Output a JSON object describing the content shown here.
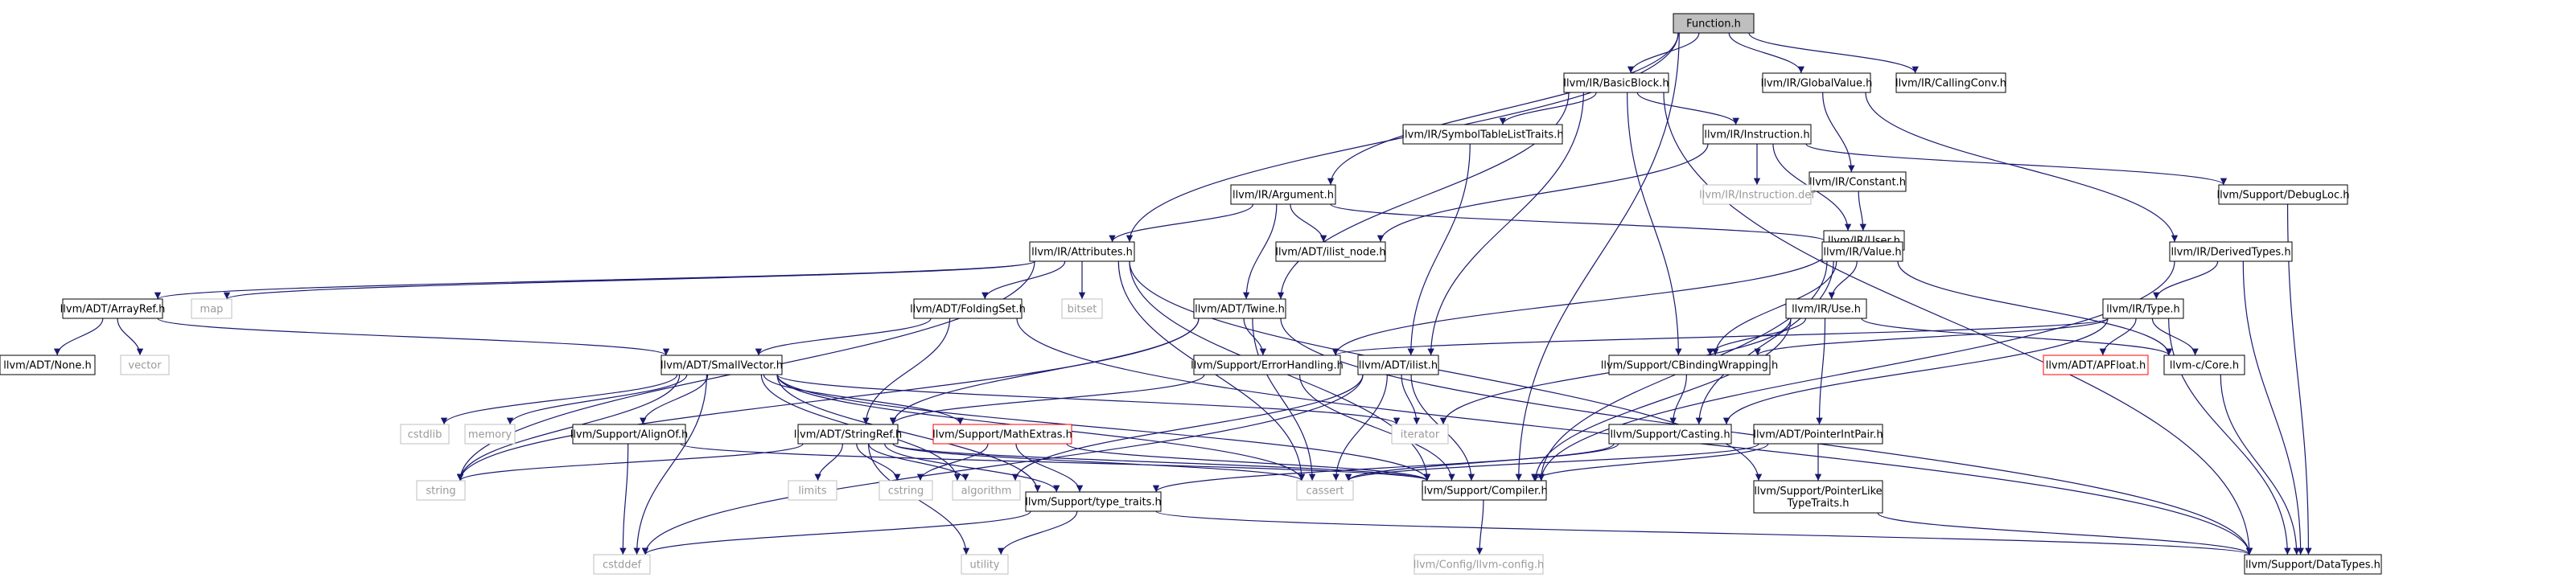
{
  "colors": {
    "edge": "#191970",
    "node_border": "#000000",
    "root_fill": "#bfbfbf",
    "external_border": "#bfbfbf",
    "error_border": "#ff0000",
    "text": "#000000",
    "external_text": "#9a9a9a"
  },
  "nodes": [
    {
      "id": "function_h",
      "label": "Function.h",
      "kind": "root"
    },
    {
      "id": "basicblock",
      "label": "llvm/IR/BasicBlock.h",
      "kind": "file"
    },
    {
      "id": "globalvalue",
      "label": "llvm/IR/GlobalValue.h",
      "kind": "file"
    },
    {
      "id": "callingconv",
      "label": "llvm/IR/CallingConv.h",
      "kind": "file"
    },
    {
      "id": "symtablelist",
      "label": "llvm/IR/SymbolTableListTraits.h",
      "kind": "file"
    },
    {
      "id": "instruction",
      "label": "llvm/IR/Instruction.h",
      "kind": "file"
    },
    {
      "id": "constant",
      "label": "llvm/IR/Constant.h",
      "kind": "file"
    },
    {
      "id": "instruction_def",
      "label": "llvm/IR/Instruction.def",
      "kind": "external"
    },
    {
      "id": "user",
      "label": "llvm/IR/User.h",
      "kind": "file"
    },
    {
      "id": "debugloc",
      "label": "llvm/Support/DebugLoc.h",
      "kind": "file"
    },
    {
      "id": "argument",
      "label": "llvm/IR/Argument.h",
      "kind": "file"
    },
    {
      "id": "ilist_node",
      "label": "llvm/ADT/ilist_node.h",
      "kind": "file"
    },
    {
      "id": "value",
      "label": "llvm/IR/Value.h",
      "kind": "file"
    },
    {
      "id": "derivedtypes",
      "label": "llvm/IR/DerivedTypes.h",
      "kind": "file"
    },
    {
      "id": "attributes",
      "label": "llvm/IR/Attributes.h",
      "kind": "file"
    },
    {
      "id": "arrayref",
      "label": "llvm/ADT/ArrayRef.h",
      "kind": "file"
    },
    {
      "id": "map",
      "label": "map",
      "kind": "external"
    },
    {
      "id": "foldingset",
      "label": "llvm/ADT/FoldingSet.h",
      "kind": "file"
    },
    {
      "id": "bitset",
      "label": "bitset",
      "kind": "external"
    },
    {
      "id": "twine",
      "label": "llvm/ADT/Twine.h",
      "kind": "file"
    },
    {
      "id": "use",
      "label": "llvm/IR/Use.h",
      "kind": "file"
    },
    {
      "id": "type",
      "label": "llvm/IR/Type.h",
      "kind": "file"
    },
    {
      "id": "none",
      "label": "llvm/ADT/None.h",
      "kind": "file"
    },
    {
      "id": "vector",
      "label": "vector",
      "kind": "external"
    },
    {
      "id": "smallvector",
      "label": "llvm/ADT/SmallVector.h",
      "kind": "file"
    },
    {
      "id": "errorhandling",
      "label": "llvm/Support/ErrorHandling.h",
      "kind": "file"
    },
    {
      "id": "ilist",
      "label": "llvm/ADT/ilist.h",
      "kind": "file"
    },
    {
      "id": "cbinding",
      "label": "llvm/Support/CBindingWrapping.h",
      "kind": "file"
    },
    {
      "id": "apfloat",
      "label": "llvm/ADT/APFloat.h",
      "kind": "error"
    },
    {
      "id": "c_core",
      "label": "llvm-c/Core.h",
      "kind": "file"
    },
    {
      "id": "cstdlib",
      "label": "cstdlib",
      "kind": "external"
    },
    {
      "id": "memory",
      "label": "memory",
      "kind": "external"
    },
    {
      "id": "alignof",
      "label": "llvm/Support/AlignOf.h",
      "kind": "file"
    },
    {
      "id": "stringref",
      "label": "llvm/ADT/StringRef.h",
      "kind": "file"
    },
    {
      "id": "mathextras",
      "label": "llvm/Support/MathExtras.h",
      "kind": "error"
    },
    {
      "id": "iterator",
      "label": "iterator",
      "kind": "external"
    },
    {
      "id": "casting",
      "label": "llvm/Support/Casting.h",
      "kind": "file"
    },
    {
      "id": "pointerintpair",
      "label": "llvm/ADT/PointerIntPair.h",
      "kind": "file"
    },
    {
      "id": "string",
      "label": "string",
      "kind": "external"
    },
    {
      "id": "limits",
      "label": "limits",
      "kind": "external"
    },
    {
      "id": "cstring",
      "label": "cstring",
      "kind": "external"
    },
    {
      "id": "algorithm",
      "label": "algorithm",
      "kind": "external"
    },
    {
      "id": "cassert",
      "label": "cassert",
      "kind": "external"
    },
    {
      "id": "compiler",
      "label": "llvm/Support/Compiler.h",
      "kind": "file"
    },
    {
      "id": "pointerlike",
      "label": "llvm/Support/PointerLike\nTypeTraits.h",
      "kind": "file"
    },
    {
      "id": "typetraits",
      "label": "llvm/Support/type_traits.h",
      "kind": "file"
    },
    {
      "id": "cstddef",
      "label": "cstddef",
      "kind": "external"
    },
    {
      "id": "utility",
      "label": "utility",
      "kind": "external"
    },
    {
      "id": "datatypes",
      "label": "llvm/Support/DataTypes.h",
      "kind": "file"
    },
    {
      "id": "llvmconfig",
      "label": "llvm/Config/llvm-config.h",
      "kind": "external"
    }
  ],
  "edges": [
    [
      "function_h",
      "basicblock"
    ],
    [
      "function_h",
      "globalvalue"
    ],
    [
      "function_h",
      "callingconv"
    ],
    [
      "function_h",
      "argument"
    ],
    [
      "function_h",
      "attributes"
    ],
    [
      "function_h",
      "compiler"
    ],
    [
      "basicblock",
      "symtablelist"
    ],
    [
      "basicblock",
      "instruction"
    ],
    [
      "basicblock",
      "twine"
    ],
    [
      "basicblock",
      "ilist"
    ],
    [
      "basicblock",
      "cbinding"
    ],
    [
      "basicblock",
      "datatypes"
    ],
    [
      "globalvalue",
      "constant"
    ],
    [
      "globalvalue",
      "derivedtypes"
    ],
    [
      "symtablelist",
      "ilist"
    ],
    [
      "instruction",
      "instruction_def"
    ],
    [
      "instruction",
      "user"
    ],
    [
      "instruction",
      "debugloc"
    ],
    [
      "instruction",
      "ilist_node"
    ],
    [
      "constant",
      "user"
    ],
    [
      "user",
      "value"
    ],
    [
      "user",
      "errorhandling"
    ],
    [
      "debugloc",
      "datatypes"
    ],
    [
      "argument",
      "attributes"
    ],
    [
      "argument",
      "ilist_node"
    ],
    [
      "argument",
      "twine"
    ],
    [
      "argument",
      "value"
    ],
    [
      "value",
      "use"
    ],
    [
      "value",
      "cbinding"
    ],
    [
      "value",
      "casting"
    ],
    [
      "value",
      "c_core"
    ],
    [
      "value",
      "compiler"
    ],
    [
      "derivedtypes",
      "type"
    ],
    [
      "derivedtypes",
      "compiler"
    ],
    [
      "derivedtypes",
      "datatypes"
    ],
    [
      "attributes",
      "arrayref"
    ],
    [
      "attributes",
      "map"
    ],
    [
      "attributes",
      "foldingset"
    ],
    [
      "attributes",
      "bitset"
    ],
    [
      "attributes",
      "string"
    ],
    [
      "attributes",
      "cassert"
    ],
    [
      "attributes",
      "pointerlike"
    ],
    [
      "attributes",
      "compiler"
    ],
    [
      "arrayref",
      "none"
    ],
    [
      "arrayref",
      "vector"
    ],
    [
      "arrayref",
      "smallvector"
    ],
    [
      "foldingset",
      "smallvector"
    ],
    [
      "foldingset",
      "stringref"
    ],
    [
      "foldingset",
      "datatypes"
    ],
    [
      "twine",
      "stringref"
    ],
    [
      "twine",
      "errorhandling"
    ],
    [
      "twine",
      "string"
    ],
    [
      "twine",
      "cassert"
    ],
    [
      "twine",
      "datatypes"
    ],
    [
      "use",
      "cbinding"
    ],
    [
      "use",
      "compiler"
    ],
    [
      "use",
      "pointerintpair"
    ],
    [
      "use",
      "c_core"
    ],
    [
      "use",
      "iterator"
    ],
    [
      "type",
      "apfloat"
    ],
    [
      "type",
      "casting"
    ],
    [
      "type",
      "cbinding"
    ],
    [
      "type",
      "c_core"
    ],
    [
      "type",
      "errorhandling"
    ],
    [
      "type",
      "datatypes"
    ],
    [
      "smallvector",
      "cstdlib"
    ],
    [
      "smallvector",
      "memory"
    ],
    [
      "smallvector",
      "alignof"
    ],
    [
      "smallvector",
      "mathextras"
    ],
    [
      "smallvector",
      "typetraits"
    ],
    [
      "smallvector",
      "iterator"
    ],
    [
      "smallvector",
      "algorithm"
    ],
    [
      "smallvector",
      "cassert"
    ],
    [
      "smallvector",
      "cstddef"
    ],
    [
      "smallvector",
      "compiler"
    ],
    [
      "smallvector",
      "string"
    ],
    [
      "errorhandling",
      "stringref"
    ],
    [
      "errorhandling",
      "compiler"
    ],
    [
      "ilist",
      "iterator"
    ],
    [
      "ilist",
      "cassert"
    ],
    [
      "ilist",
      "compiler"
    ],
    [
      "ilist",
      "algorithm"
    ],
    [
      "ilist",
      "cstddef"
    ],
    [
      "cbinding",
      "casting"
    ],
    [
      "c_core",
      "datatypes"
    ],
    [
      "alignof",
      "cstddef"
    ],
    [
      "alignof",
      "compiler"
    ],
    [
      "stringref",
      "string"
    ],
    [
      "stringref",
      "limits"
    ],
    [
      "stringref",
      "cstring"
    ],
    [
      "stringref",
      "algorithm"
    ],
    [
      "stringref",
      "utility"
    ],
    [
      "stringref",
      "compiler"
    ],
    [
      "stringref",
      "typetraits"
    ],
    [
      "stringref",
      "cassert"
    ],
    [
      "mathextras",
      "cstring"
    ],
    [
      "mathextras",
      "typetraits"
    ],
    [
      "mathextras",
      "compiler"
    ],
    [
      "casting",
      "typetraits"
    ],
    [
      "casting",
      "cassert"
    ],
    [
      "pointerintpair",
      "pointerlike"
    ],
    [
      "pointerintpair",
      "compiler"
    ],
    [
      "pointerintpair",
      "cassert"
    ],
    [
      "pointerlike",
      "datatypes"
    ],
    [
      "compiler",
      "llvmconfig"
    ],
    [
      "typetraits",
      "cstddef"
    ],
    [
      "typetraits",
      "utility"
    ],
    [
      "typetraits",
      "datatypes"
    ]
  ]
}
